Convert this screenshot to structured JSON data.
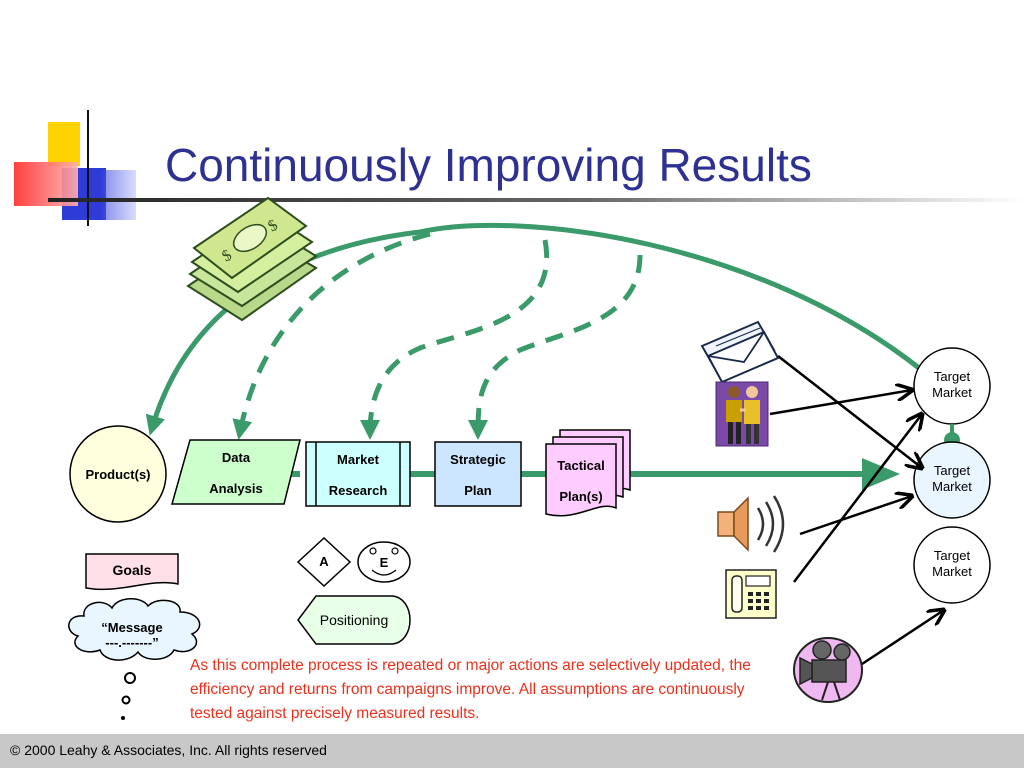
{
  "slide": {
    "title": "Continuously Improving Results",
    "footer": "© 2000 Leahy & Associates, Inc. All rights reserved"
  },
  "process": {
    "products": "Product(s)",
    "data_analysis": [
      "Data",
      "Analysis"
    ],
    "market_research": [
      "Market",
      "Research"
    ],
    "strategic_plan": [
      "Strategic",
      "Plan"
    ],
    "tactical_plans": [
      "Tactical",
      "Plan(s)"
    ]
  },
  "targets": [
    "Target\nMarket",
    "Target\nMarket",
    "Target\nMarket"
  ],
  "side": {
    "goals": "Goals",
    "message": "“Message\n---.-------”",
    "a_label": "A",
    "e_label": "E",
    "positioning": "Positioning"
  },
  "note": "As this complete process is repeated or major actions are selectively updated, the efficiency and returns from campaigns improve.  All assumptions are continuously tested against precisely measured results.",
  "colors": {
    "title": "#2e3192",
    "arrow_green": "#3a9a6a",
    "note_red": "#e8321e",
    "data_analysis_fill": "#ccffcc",
    "research_fill": "#ccffff",
    "plan_fill": "#cce6ff",
    "tactical_fill": "#ffccff",
    "goals_fill": "#ffe0e8",
    "positioning_fill": "#e8ffe8"
  },
  "icons": [
    "money-stack-icon",
    "envelope-icon",
    "handshake-people-icon",
    "speaker-icon",
    "telephone-icon",
    "video-camera-icon"
  ]
}
